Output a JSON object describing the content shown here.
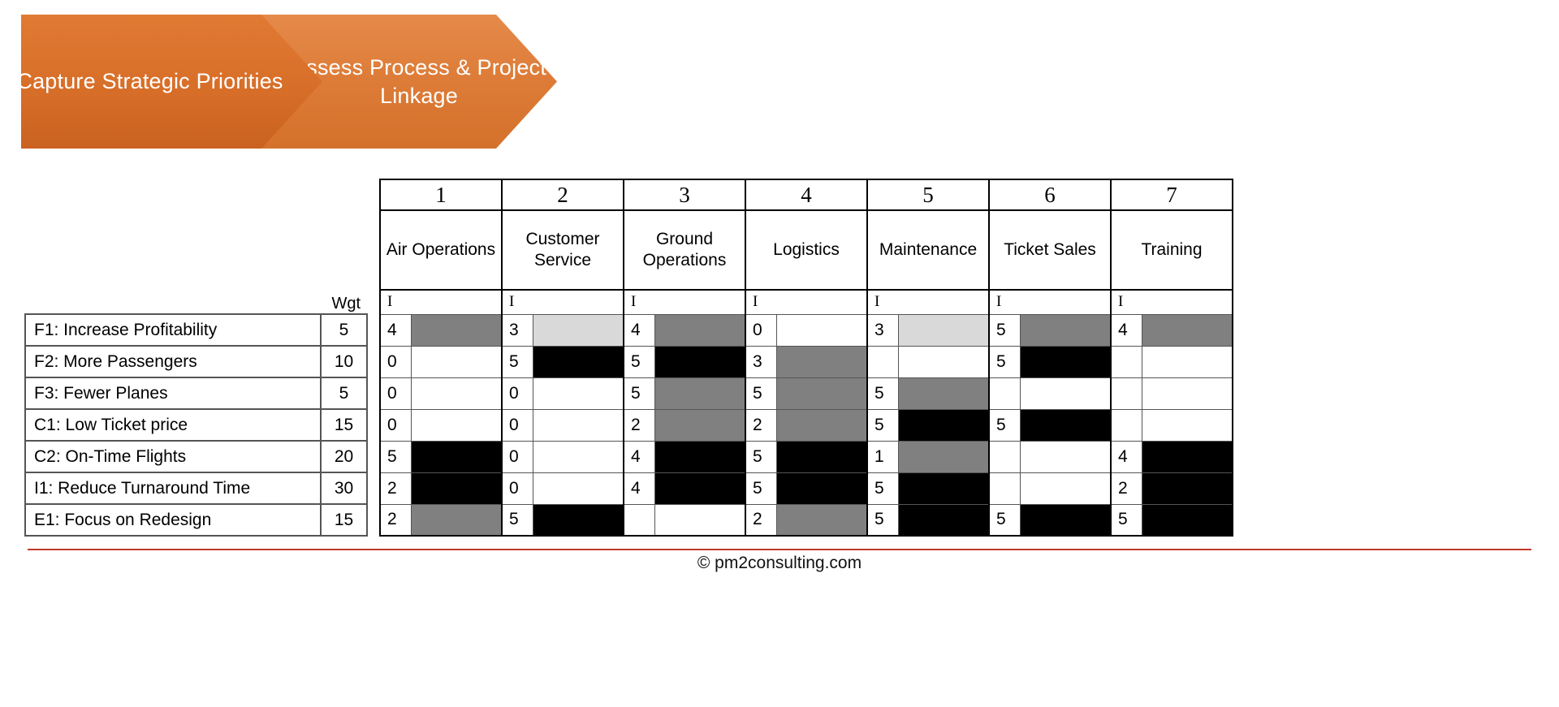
{
  "banner": {
    "steps": [
      {
        "label": "Capture Strategic Priorities"
      },
      {
        "label": "Assess Process & Project Linkage"
      }
    ]
  },
  "matrix": {
    "wgt_header": "Wgt",
    "intensity_header": "I",
    "columns": [
      {
        "number": "1",
        "name": "Air Operations"
      },
      {
        "number": "2",
        "name": "Customer Service"
      },
      {
        "number": "3",
        "name": "Ground Operations"
      },
      {
        "number": "4",
        "name": "Logistics"
      },
      {
        "number": "5",
        "name": "Maintenance"
      },
      {
        "number": "6",
        "name": "Ticket Sales"
      },
      {
        "number": "7",
        "name": "Training"
      }
    ],
    "shade_colors": {
      "none": "#ffffff",
      "low": "#d9d9d9",
      "mid": "#808080",
      "high": "#000000"
    },
    "rows": [
      {
        "label": "F1: Increase Profitability",
        "weight": "5",
        "cells": [
          {
            "value": "4",
            "shade": "mid"
          },
          {
            "value": "3",
            "shade": "low"
          },
          {
            "value": "4",
            "shade": "mid"
          },
          {
            "value": "0",
            "shade": "none"
          },
          {
            "value": "3",
            "shade": "low"
          },
          {
            "value": "5",
            "shade": "mid"
          },
          {
            "value": "4",
            "shade": "mid"
          }
        ]
      },
      {
        "label": "F2: More Passengers",
        "weight": "10",
        "cells": [
          {
            "value": "0",
            "shade": "none"
          },
          {
            "value": "5",
            "shade": "high"
          },
          {
            "value": "5",
            "shade": "high"
          },
          {
            "value": "3",
            "shade": "mid"
          },
          {
            "value": "",
            "shade": "none"
          },
          {
            "value": "5",
            "shade": "high"
          },
          {
            "value": "",
            "shade": "none"
          }
        ]
      },
      {
        "label": "F3: Fewer Planes",
        "weight": "5",
        "cells": [
          {
            "value": "0",
            "shade": "none"
          },
          {
            "value": "0",
            "shade": "none"
          },
          {
            "value": "5",
            "shade": "mid"
          },
          {
            "value": "5",
            "shade": "mid"
          },
          {
            "value": "5",
            "shade": "mid"
          },
          {
            "value": "",
            "shade": "none"
          },
          {
            "value": "",
            "shade": "none"
          }
        ]
      },
      {
        "label": "C1: Low Ticket price",
        "weight": "15",
        "cells": [
          {
            "value": "0",
            "shade": "none"
          },
          {
            "value": "0",
            "shade": "none"
          },
          {
            "value": "2",
            "shade": "mid"
          },
          {
            "value": "2",
            "shade": "mid"
          },
          {
            "value": "5",
            "shade": "high"
          },
          {
            "value": "5",
            "shade": "high"
          },
          {
            "value": "",
            "shade": "none"
          }
        ]
      },
      {
        "label": "C2: On-Time Flights",
        "weight": "20",
        "cells": [
          {
            "value": "5",
            "shade": "high"
          },
          {
            "value": "0",
            "shade": "none"
          },
          {
            "value": "4",
            "shade": "high"
          },
          {
            "value": "5",
            "shade": "high"
          },
          {
            "value": "1",
            "shade": "mid"
          },
          {
            "value": "",
            "shade": "none"
          },
          {
            "value": "4",
            "shade": "high"
          }
        ]
      },
      {
        "label": "I1: Reduce Turnaround Time",
        "weight": "30",
        "cells": [
          {
            "value": "2",
            "shade": "high"
          },
          {
            "value": "0",
            "shade": "none"
          },
          {
            "value": "4",
            "shade": "high"
          },
          {
            "value": "5",
            "shade": "high"
          },
          {
            "value": "5",
            "shade": "high"
          },
          {
            "value": "",
            "shade": "none"
          },
          {
            "value": "2",
            "shade": "high"
          }
        ]
      },
      {
        "label": "E1: Focus on Redesign",
        "weight": "15",
        "cells": [
          {
            "value": "2",
            "shade": "mid"
          },
          {
            "value": "5",
            "shade": "high"
          },
          {
            "value": "",
            "shade": "none"
          },
          {
            "value": "2",
            "shade": "mid"
          },
          {
            "value": "5",
            "shade": "high"
          },
          {
            "value": "5",
            "shade": "high"
          },
          {
            "value": "5",
            "shade": "high"
          }
        ]
      }
    ]
  },
  "footer": {
    "copyright": "© pm2consulting.com",
    "rule_color": "#c0392b"
  }
}
